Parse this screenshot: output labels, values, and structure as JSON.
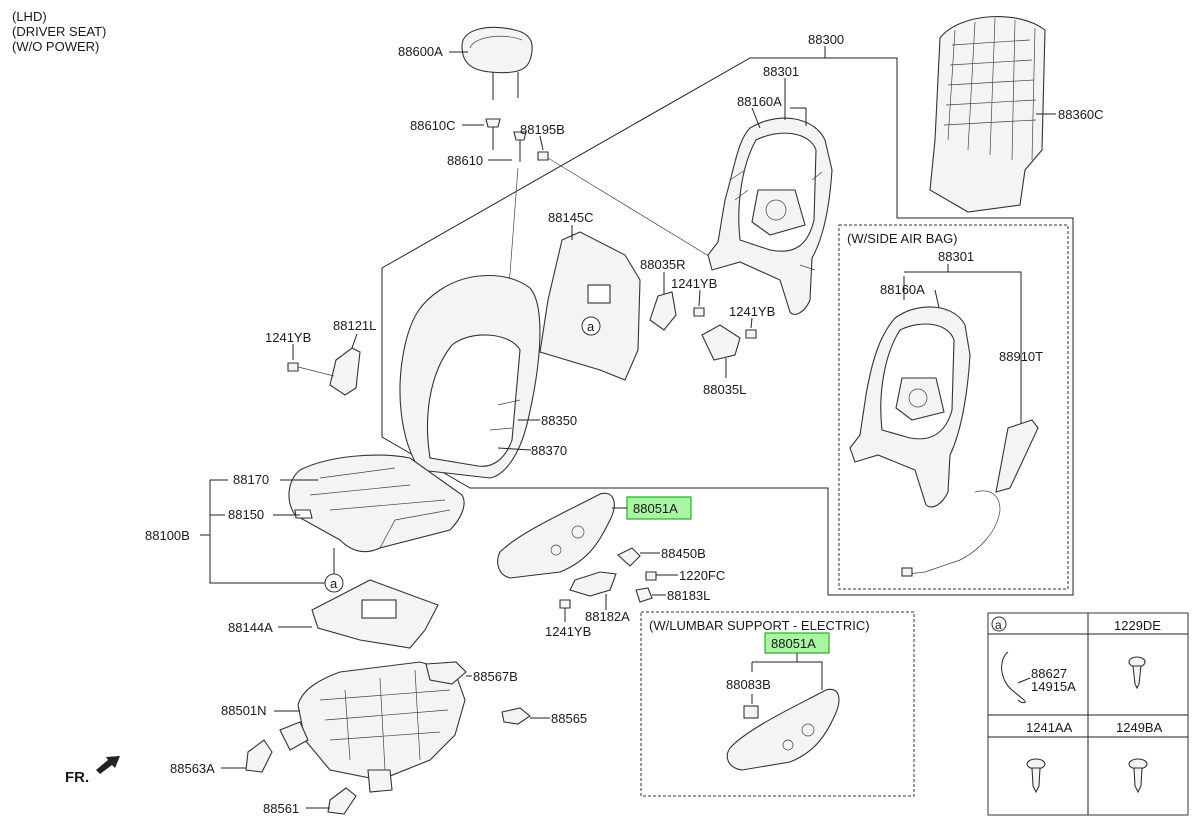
{
  "notes": [
    "(LHD)",
    "(DRIVER SEAT)",
    "(W/O POWER)"
  ],
  "boxes": {
    "side_airbag": "(W/SIDE AIR BAG)",
    "lumbar": "(W/LUMBAR SUPPORT - ELECTRIC)"
  },
  "labels": {
    "p88600A": "88600A",
    "p88610C": "88610C",
    "p88610": "88610",
    "p88195B": "88195B",
    "p88300": "88300",
    "p88301": "88301",
    "p88160A": "88160A",
    "p88360C": "88360C",
    "p88145C": "88145C",
    "p88035R": "88035R",
    "p1241YB_a": "1241YB",
    "p1241YB_b": "1241YB",
    "p88121L": "88121L",
    "p1241YB_c": "1241YB",
    "p88350": "88350",
    "p88370": "88370",
    "p88035L": "88035L",
    "p88170": "88170",
    "p88150": "88150",
    "p88100B": "88100B",
    "p88051A": "88051A",
    "p88450B": "88450B",
    "p1220FC": "1220FC",
    "p88183L": "88183L",
    "p88182A": "88182A",
    "p1241YB_d": "1241YB",
    "p88144A": "88144A",
    "p88567B": "88567B",
    "p88501N": "88501N",
    "p88565": "88565",
    "p88563A": "88563A",
    "p88561": "88561",
    "fr": "FR.",
    "sab88301": "88301",
    "sab88160A": "88160A",
    "sab88910T": "88910T",
    "lum88051A": "88051A",
    "lum88083B": "88083B"
  },
  "callout_marker": "a",
  "fastener_table": {
    "marker": "a",
    "h1229DE": "1229DE",
    "p88627": "88627",
    "p14915A": "14915A",
    "h1241AA": "1241AA",
    "h1249BA": "1249BA"
  },
  "colors": {
    "highlight": "#a9f5a4",
    "highlight_border": "#24b024"
  }
}
